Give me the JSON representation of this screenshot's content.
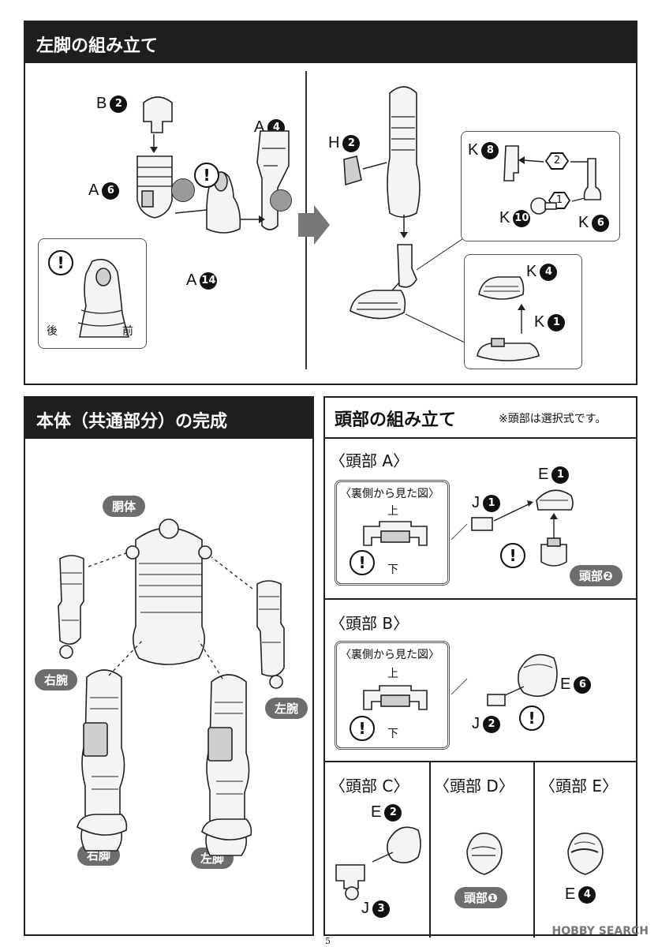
{
  "left_leg": {
    "title": "左脚の組み立て",
    "parts": {
      "b2": {
        "letter": "B",
        "num": "2"
      },
      "a6": {
        "letter": "A",
        "num": "6"
      },
      "a4": {
        "letter": "A",
        "num": "4"
      },
      "a14": {
        "letter": "A",
        "num": "14"
      },
      "h2": {
        "letter": "H",
        "num": "2"
      },
      "k8": {
        "letter": "K",
        "num": "8"
      },
      "k10": {
        "letter": "K",
        "num": "10"
      },
      "k6": {
        "letter": "K",
        "num": "6"
      },
      "k4": {
        "letter": "K",
        "num": "4"
      },
      "k1": {
        "letter": "K",
        "num": "1"
      }
    },
    "detail": {
      "rear": "後",
      "front": "前"
    },
    "steps": [
      "1",
      "2"
    ],
    "warn": "!"
  },
  "body": {
    "title": "本体（共通部分）の完成",
    "labels": {
      "torso": "胴体",
      "right_arm": "右腕",
      "left_arm": "左腕",
      "right_leg": "右脚",
      "left_leg": "左脚"
    }
  },
  "head": {
    "title": "頭部の組み立て",
    "note": "※頭部は選択式です。",
    "a": {
      "heading": "〈頭部 A〉",
      "inset_title": "〈裏側から見た図〉",
      "top": "上",
      "bottom": "下",
      "j1": {
        "letter": "J",
        "num": "1"
      },
      "e1": {
        "letter": "E",
        "num": "1"
      },
      "pill": "頭部❷"
    },
    "b": {
      "heading": "〈頭部 B〉",
      "inset_title": "〈裏側から見た図〉",
      "top": "上",
      "bottom": "下",
      "e6": {
        "letter": "E",
        "num": "6"
      },
      "j2": {
        "letter": "J",
        "num": "2"
      }
    },
    "c": {
      "heading": "〈頭部 C〉",
      "e2": {
        "letter": "E",
        "num": "2"
      },
      "j3": {
        "letter": "J",
        "num": "3"
      }
    },
    "d": {
      "heading": "〈頭部 D〉",
      "pill": "頭部❶"
    },
    "e": {
      "heading": "〈頭部 E〉",
      "e4": {
        "letter": "E",
        "num": "4"
      }
    }
  },
  "page_number": "5",
  "watermark": "HOBBY SEARCH"
}
